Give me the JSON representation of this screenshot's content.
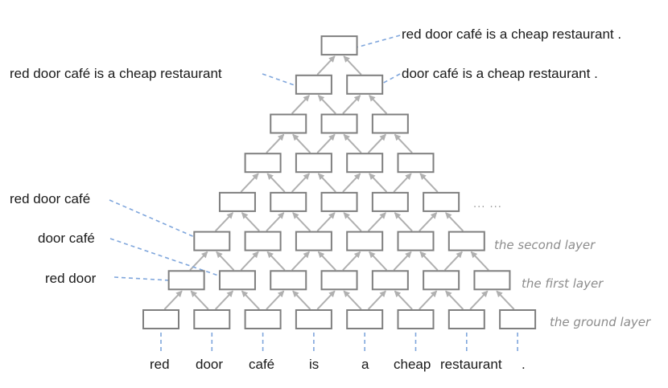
{
  "tokens": [
    "red",
    "door",
    "café",
    "is",
    "a",
    "cheap",
    "restaurant",
    "."
  ],
  "layer_counts": [
    8,
    7,
    6,
    5,
    4,
    3,
    2,
    1
  ],
  "layer_labels": {
    "ground": "the ground layer",
    "first": "the first layer",
    "second": "the second layer"
  },
  "ellipsis": "... ...",
  "annotations": {
    "top": "red door café is a cheap restaurant .",
    "left2": "red door café is a cheap restaurant",
    "right2": "door café is a cheap restaurant .",
    "rdc": "red door café",
    "dc": "door café",
    "rd": "red door"
  },
  "colors": {
    "box_stroke": "#7f7f7f",
    "arrow": "#b0b0b0",
    "leader": "#7fa6dc",
    "layer_label": "#8c8c8c"
  }
}
